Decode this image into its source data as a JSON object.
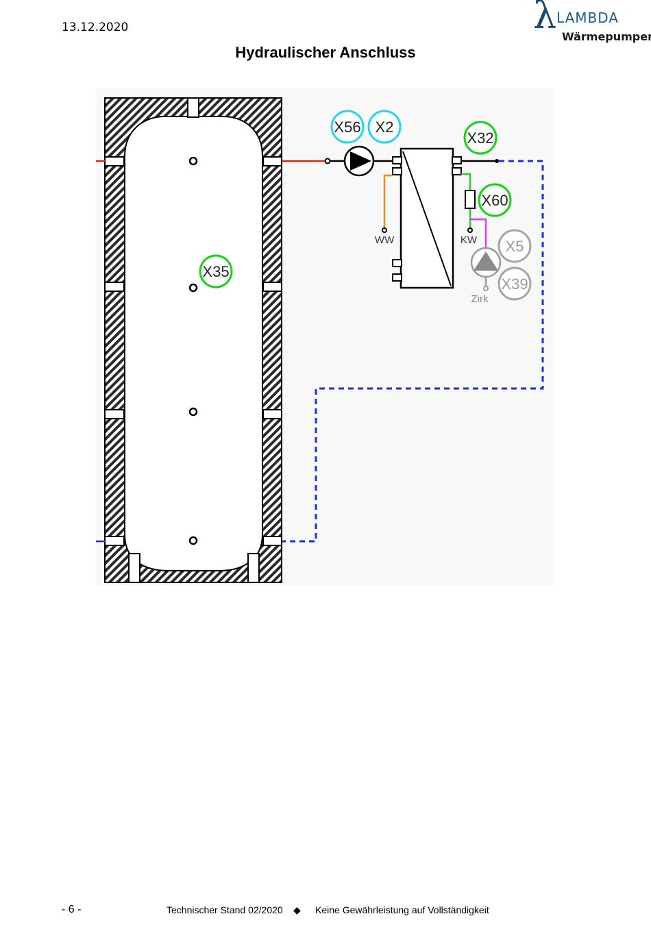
{
  "header": {
    "date": "13.12.2020",
    "logo_symbol": "λ",
    "logo_name": "LAMBDA",
    "logo_sub": "Wärmepumpen"
  },
  "title": "Hydraulischer Anschluss",
  "diagram": {
    "badges": {
      "x56": "X56",
      "x2": "X2",
      "x32": "X32",
      "x60": "X60",
      "x35": "X35",
      "x5": "X5",
      "x39": "X39"
    },
    "labels": {
      "ww": "WW",
      "kw": "KW",
      "zirk": "Zirk"
    },
    "colors": {
      "hot_line": "#e0241b",
      "cold_line": "#1c2fd6",
      "ww_line": "#f08a24",
      "kw_line": "#2bd12b",
      "zirk_line": "#e040e0",
      "badge_cyan": "#26d6f0",
      "badge_green": "#19d119",
      "badge_gray": "#a6a6a6"
    }
  },
  "footer": {
    "page": "- 6 -",
    "stand": "Technischer Stand 02/2020",
    "separator": "◆",
    "note": "Keine Gewährleistung auf Vollständigkeit"
  }
}
